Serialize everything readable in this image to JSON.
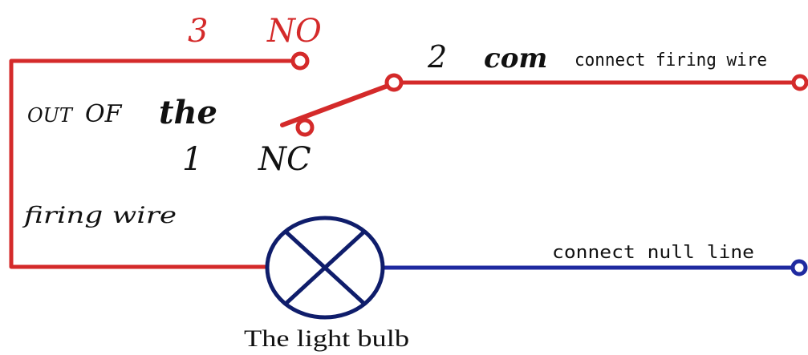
{
  "labels": {
    "no_number": "3",
    "no_text": "NO",
    "com_number": "2",
    "com_text": "com",
    "com_caption": "connect firing wire",
    "out_word": "OUT",
    "of_word": "OF",
    "the_word": "the",
    "nc_number": "1",
    "nc_text": "NC",
    "firing_wire": "firing wire",
    "null_line": "connect null line",
    "bulb_caption": "The light bulb"
  },
  "colors": {
    "firing_wire": "#d42a2a",
    "null_line": "#1f2aa0",
    "bulb_outline": "#0f1d6b",
    "label_red": "#d42a2a",
    "text_black": "#111111"
  }
}
